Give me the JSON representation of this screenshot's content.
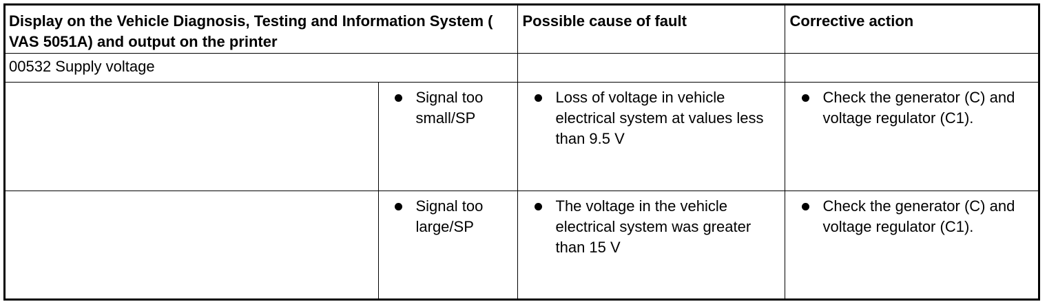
{
  "table": {
    "headers": {
      "display": "Display on the Vehicle Diagnosis, Testing and Information System ( VAS 5051A) and output on the printer",
      "cause": "Possible cause of fault",
      "action": "Corrective action"
    },
    "code_row": {
      "code": "00532 Supply voltage"
    },
    "rows": [
      {
        "fault_type": "Signal too small/SP",
        "cause": "Loss of voltage in vehicle electrical system at values less than 9.5 V",
        "action": "Check the generator (C) and voltage regulator (C1)."
      },
      {
        "fault_type": "Signal too large/SP",
        "cause": "The voltage in the vehicle electrical system was greater than 15 V",
        "action": "Check the generator (C) and voltage regulator (C1)."
      }
    ]
  },
  "icons": {
    "bullet": "bullet-dot-icon"
  },
  "colors": {
    "text": "#000000",
    "border": "#000000",
    "background": "#ffffff"
  }
}
